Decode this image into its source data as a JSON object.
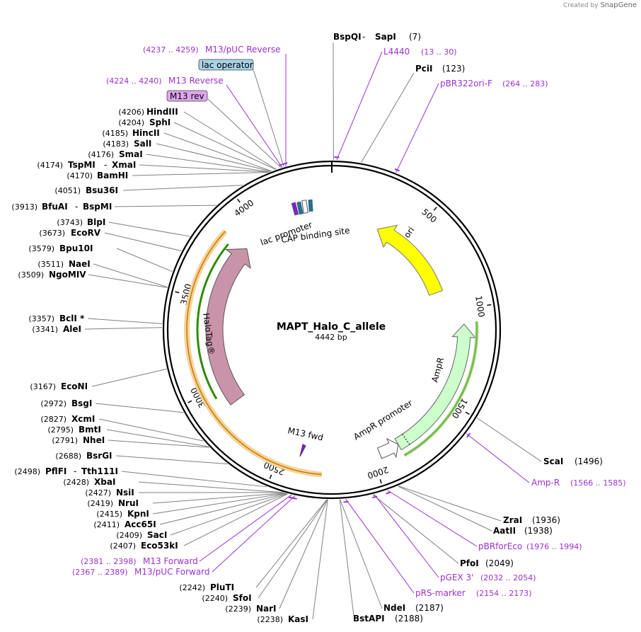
{
  "credit": {
    "prefix": "Created by",
    "brand": "SnapGene"
  },
  "plasmid": {
    "name": "MAPT_Halo_C_allele",
    "size": "4442 bp"
  },
  "ticks": [
    "500",
    "1000",
    "1500",
    "2000",
    "2500",
    "3000",
    "3500",
    "4000"
  ],
  "features": {
    "ori": "ori",
    "ampr": "AmpR",
    "ampr_promoter": "AmpR promoter",
    "halotag": "HaloTag®",
    "lac_promoter": "lac promoter",
    "cap_site": "CAP binding site",
    "m13_fwd": "M13 fwd",
    "lac_operator": "lac operator",
    "m13_rev": "M13 rev"
  },
  "right_labels": [
    {
      "name": "BspQI",
      "name2": "SapI",
      "pos": "(7)"
    },
    {
      "name": "PciI",
      "pos": "(123)"
    },
    {
      "name": "ScaI",
      "pos": "(1496)"
    },
    {
      "name": "ZraI",
      "pos": "(1936)"
    },
    {
      "name": "AatII",
      "pos": "(1938)"
    },
    {
      "name": "PfoI",
      "pos": "(2049)"
    },
    {
      "name": "NdeI",
      "pos": "(2187)"
    },
    {
      "name": "BstAPI",
      "pos": "(2188)"
    }
  ],
  "primers_right": [
    {
      "name": "L4440",
      "range": "(13 .. 30)"
    },
    {
      "name": "pBR322ori-F",
      "range": "(264 .. 283)"
    },
    {
      "name": "Amp-R",
      "range": "(1566 .. 1585)"
    },
    {
      "name": "pBRforEco",
      "range": "(1976 .. 1994)"
    },
    {
      "name": "pGEX 3'",
      "range": "(2032 .. 2054)"
    },
    {
      "name": "pRS-marker",
      "range": "(2154 .. 2173)"
    }
  ],
  "primers_left": [
    {
      "range": "(4237 .. 4259)",
      "name": "M13/pUC Reverse"
    },
    {
      "range": "(4224 .. 4240)",
      "name": "M13 Reverse"
    },
    {
      "range": "(2381 .. 2398)",
      "name": "M13 Forward"
    },
    {
      "range": "(2367 .. 2389)",
      "name": "M13/pUC Forward"
    }
  ],
  "left_labels": [
    {
      "pos": "(4206)",
      "name": "HindIII"
    },
    {
      "pos": "(4204)",
      "name": "SphI"
    },
    {
      "pos": "(4185)",
      "name": "HincII"
    },
    {
      "pos": "(4183)",
      "name": "SalI"
    },
    {
      "pos": "(4176)",
      "name": "SmaI"
    },
    {
      "pos": "(4174)",
      "name": "TspMI",
      "name2": "XmaI"
    },
    {
      "pos": "(4170)",
      "name": "BamHI"
    },
    {
      "pos": "(4051)",
      "name": "Bsu36I"
    },
    {
      "pos": "(3913)",
      "name": "BfuAI",
      "name2": "BspMI"
    },
    {
      "pos": "(3743)",
      "name": "BlpI"
    },
    {
      "pos": "(3673)",
      "name": "EcoRV"
    },
    {
      "pos": "(3579)",
      "name": "Bpu10I"
    },
    {
      "pos": "(3511)",
      "name": "NaeI"
    },
    {
      "pos": "(3509)",
      "name": "NgoMIV"
    },
    {
      "pos": "(3357)",
      "name": "BclI *"
    },
    {
      "pos": "(3341)",
      "name": "AleI"
    },
    {
      "pos": "(3167)",
      "name": "EcoNI"
    },
    {
      "pos": "(2972)",
      "name": "BsgI"
    },
    {
      "pos": "(2827)",
      "name": "XcmI"
    },
    {
      "pos": "(2795)",
      "name": "BmtI"
    },
    {
      "pos": "(2791)",
      "name": "NheI"
    },
    {
      "pos": "(2688)",
      "name": "BsrGI"
    },
    {
      "pos": "(2498)",
      "name": "PflFI",
      "name2": "Tth111I"
    },
    {
      "pos": "(2428)",
      "name": "XbaI"
    },
    {
      "pos": "(2427)",
      "name": "NsiI"
    },
    {
      "pos": "(2419)",
      "name": "NruI"
    },
    {
      "pos": "(2415)",
      "name": "KpnI"
    },
    {
      "pos": "(2411)",
      "name": "Acc65I"
    },
    {
      "pos": "(2409)",
      "name": "SacI"
    },
    {
      "pos": "(2407)",
      "name": "Eco53kI"
    },
    {
      "pos": "(2242)",
      "name": "PluTI"
    },
    {
      "pos": "(2240)",
      "name": "SfoI"
    },
    {
      "pos": "(2239)",
      "name": "NarI"
    },
    {
      "pos": "(2238)",
      "name": "KasI"
    }
  ]
}
